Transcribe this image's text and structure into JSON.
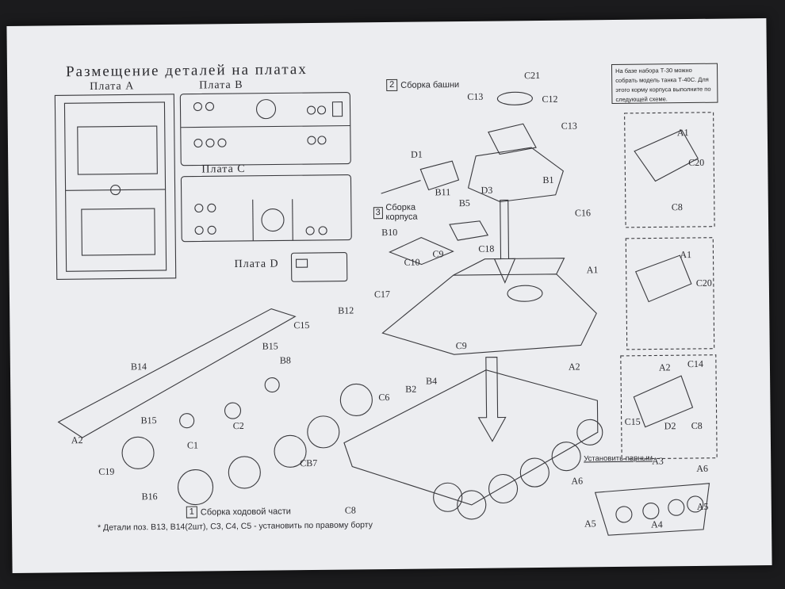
{
  "title": "Размещение деталей на платах",
  "plates": {
    "a": "Плата А",
    "b": "Плата В",
    "c": "Плата С",
    "d": "Плата D"
  },
  "steps": {
    "turret": {
      "num": "2",
      "label": "Сборка башни"
    },
    "hull": {
      "num": "3",
      "label": "Сборка корпуса"
    },
    "chassis": {
      "num": "1",
      "label": "Сборка ходовой части"
    }
  },
  "note": "На базе набора Т-30 можно собрать модель танка Т-40С. Для этого корму корпуса выполните по следующей схеме.",
  "track_note": "Установить парным",
  "footnote": "* Детали поз. B13, B14(2шт), C3, C4, C5 - установить по правому борту",
  "part_labels": {
    "c21": "C21",
    "c13a": "C13",
    "c12": "C12",
    "c13b": "C13",
    "d1": "D1",
    "b11": "B11",
    "d3": "D3",
    "b1": "B1",
    "b5": "B5",
    "c16": "C16",
    "b10": "B10",
    "c10": "C10",
    "c9a": "C9",
    "c18": "C18",
    "a1": "A1",
    "b12": "B12",
    "c17": "C17",
    "c9b": "C9",
    "a2a": "A2",
    "b2": "B2",
    "b4": "B4",
    "c15a": "C15",
    "b15a": "B15",
    "b8": "B8",
    "b14": "B14",
    "c6": "C6",
    "b15b": "B15",
    "c2": "C2",
    "c1": "C1",
    "a2b": "A2",
    "c19": "C19",
    "cb7": "CB7",
    "b16": "B16",
    "c8a": "C8",
    "a3": "A3",
    "a6a": "A6",
    "a6b": "A6",
    "a5a": "A5",
    "a5b": "A5",
    "a4": "A4",
    "ia1a": "A1",
    "ic20a": "C20",
    "ic8a": "C8",
    "ia1b": "A1",
    "ic20b": "C20",
    "ia2": "A2",
    "ic14": "C14",
    "ic15": "C15",
    "id2": "D2",
    "ic8b": "C8"
  }
}
